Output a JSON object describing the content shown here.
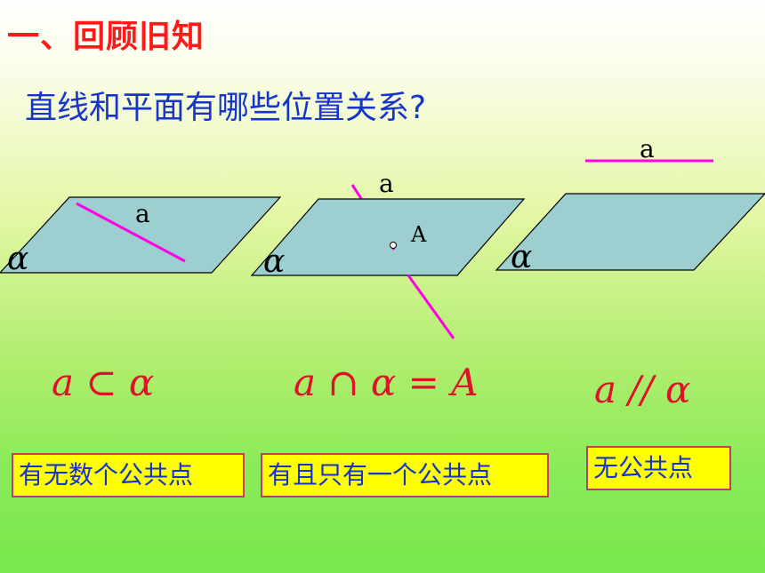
{
  "slide": {
    "heading": "一、回顾旧知",
    "question": "直线和平面有哪些位置关系?"
  },
  "figures": [
    {
      "line_label": "a",
      "plane_label": "α",
      "formula": "a ⊂ α",
      "description": "有无数个公共点"
    },
    {
      "line_label": "a",
      "point_label": "A",
      "plane_label": "α",
      "formula": "a ∩ α = A",
      "description": "有且只有一个公共点"
    },
    {
      "line_label": "a",
      "plane_label": "α",
      "formula": "a // α",
      "description": "无公共点"
    }
  ],
  "colors": {
    "heading": "#ff1a1a",
    "question": "#1736c9",
    "plane_fill": "#9dcfd1",
    "line": "#ff00e6",
    "formula": "#e0102a",
    "box_fill": "#ffff00",
    "box_border": "#c43a6a",
    "box_text": "#1234cc"
  }
}
